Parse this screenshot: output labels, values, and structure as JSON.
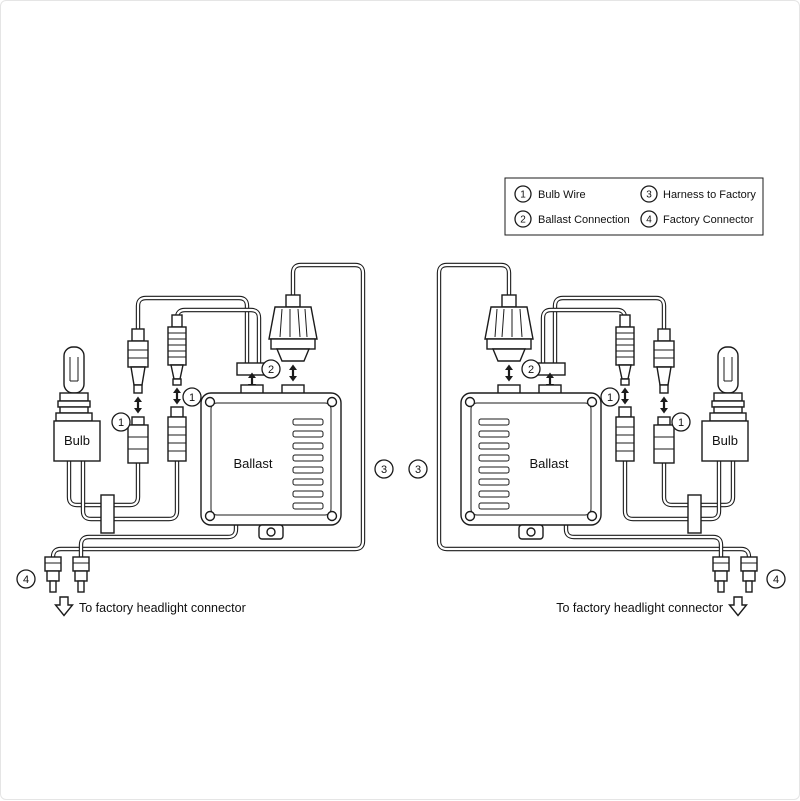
{
  "legend": {
    "items": [
      {
        "num": "1",
        "label": "Bulb Wire"
      },
      {
        "num": "2",
        "label": "Ballast Connection"
      },
      {
        "num": "3",
        "label": "Harness to Factory"
      },
      {
        "num": "4",
        "label": "Factory Connector"
      }
    ]
  },
  "diagram": {
    "bulb_label": "Bulb",
    "ballast_label": "Ballast",
    "caption": "To factory headlight connector",
    "callouts": {
      "c1": "1",
      "c2": "2",
      "c3": "3",
      "c4": "4"
    }
  }
}
